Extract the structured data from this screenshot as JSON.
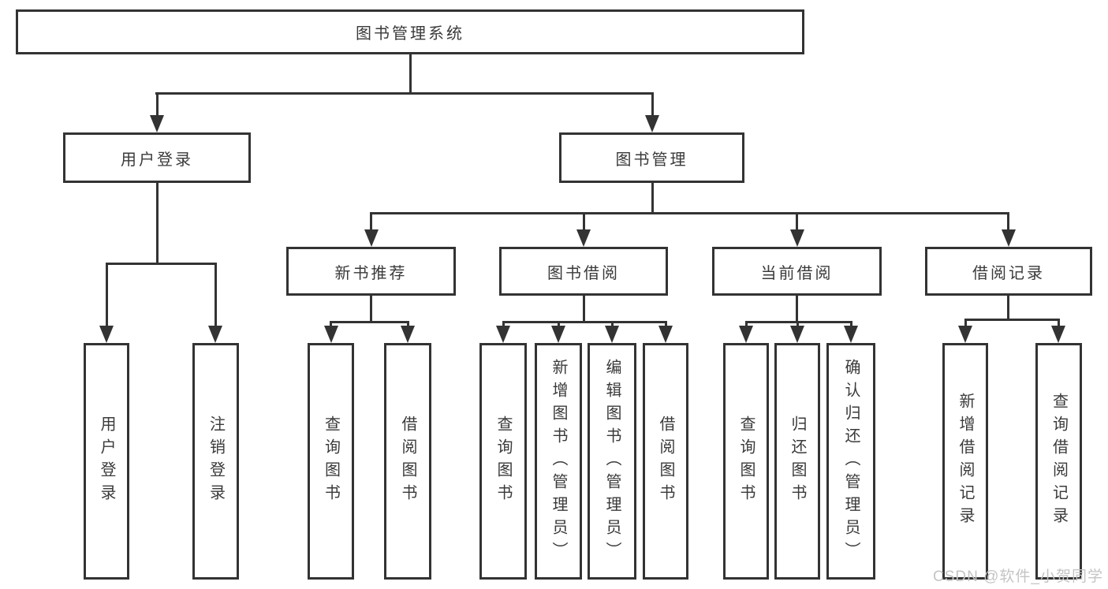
{
  "diagram": {
    "type": "hierarchy-tree",
    "title": "图书管理系统",
    "colors": {
      "line": "#333333",
      "box_border": "#333333",
      "box_bg": "#ffffff",
      "text": "#3a3a3a",
      "watermark": "#c4c4c4"
    },
    "nodes": {
      "root": {
        "label": "图书管理系统"
      },
      "level1": [
        {
          "label": "用户登录"
        },
        {
          "label": "图书管理"
        }
      ],
      "level2": [
        {
          "label": "新书推荐",
          "parent": "图书管理"
        },
        {
          "label": "图书借阅",
          "parent": "图书管理"
        },
        {
          "label": "当前借阅",
          "parent": "图书管理"
        },
        {
          "label": "借阅记录",
          "parent": "图书管理"
        }
      ],
      "leaves": {
        "user_login": [
          {
            "label": "用户登录"
          },
          {
            "label": "注销登录"
          }
        ],
        "new_book": [
          {
            "label": "查询图书"
          },
          {
            "label": "借阅图书"
          }
        ],
        "book_borrow": [
          {
            "label": "查询图书"
          },
          {
            "label": "新增图书（管理员）"
          },
          {
            "label": "编辑图书（管理员）"
          },
          {
            "label": "借阅图书"
          }
        ],
        "current_borrow": [
          {
            "label": "查询图书"
          },
          {
            "label": "归还图书"
          },
          {
            "label": "确认归还（管理员）"
          }
        ],
        "records": [
          {
            "label": "新增借阅记录"
          },
          {
            "label": "查询借阅记录"
          }
        ]
      }
    },
    "watermark": "CSDN @软件_小贺同学"
  }
}
